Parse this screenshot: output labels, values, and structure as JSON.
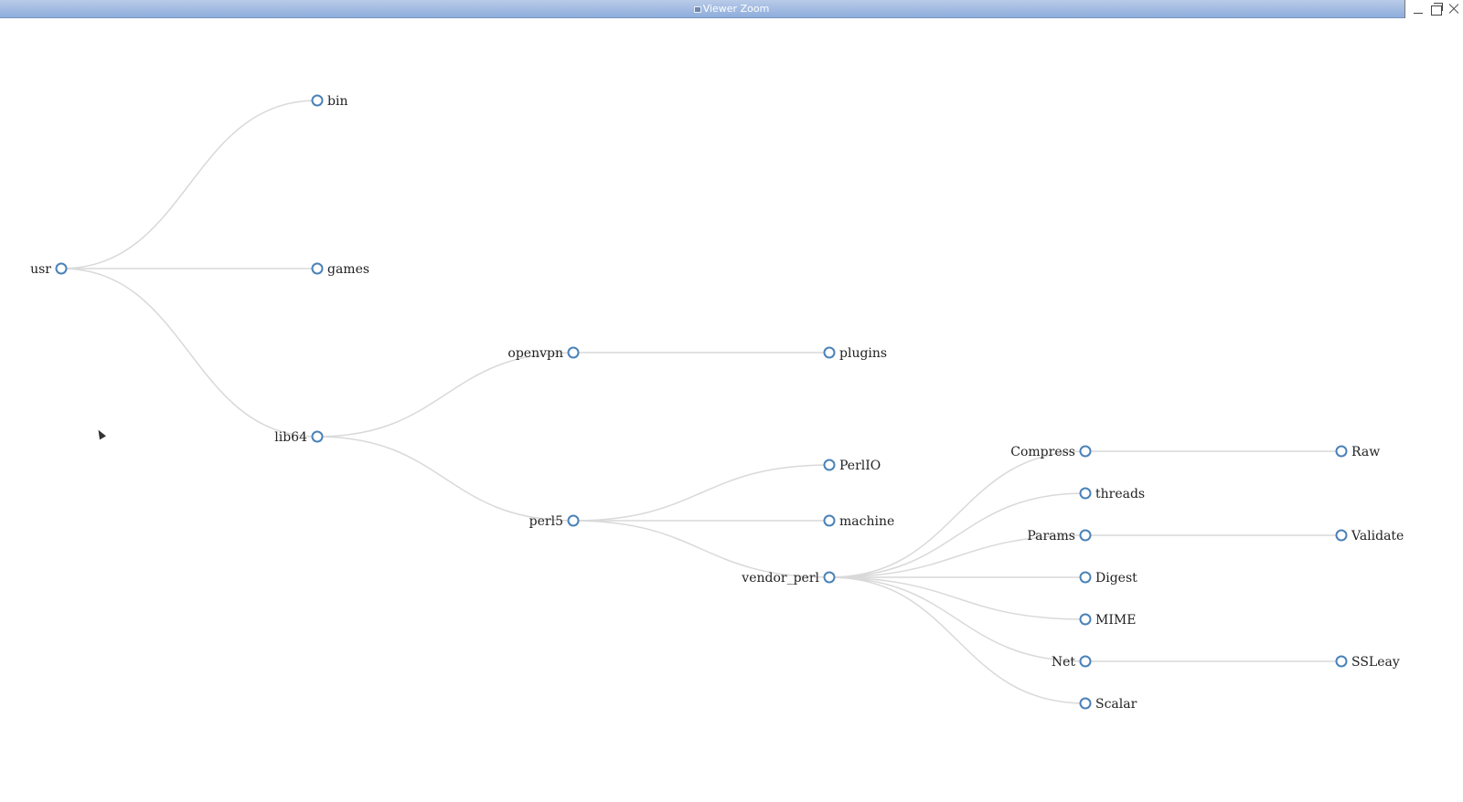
{
  "window": {
    "title": "Viewer Zoom",
    "icon": "window-app-icon",
    "controls": [
      "minimize-icon",
      "maximize-icon",
      "close-icon"
    ]
  },
  "colors": {
    "titlebar": "#9db6e0",
    "node_stroke": "#4a82b8",
    "link": "#d9d9d9",
    "label": "#222222"
  },
  "tree": {
    "name": "usr",
    "children": [
      {
        "name": "bin"
      },
      {
        "name": "games"
      },
      {
        "name": "lib64",
        "children": [
          {
            "name": "openvpn",
            "children": [
              {
                "name": "plugins"
              }
            ]
          },
          {
            "name": "perl5",
            "children": [
              {
                "name": "PerlIO"
              },
              {
                "name": "machine"
              },
              {
                "name": "vendor_perl",
                "children": [
                  {
                    "name": "Compress",
                    "children": [
                      {
                        "name": "Raw"
                      }
                    ]
                  },
                  {
                    "name": "threads"
                  },
                  {
                    "name": "Params",
                    "children": [
                      {
                        "name": "Validate"
                      }
                    ]
                  },
                  {
                    "name": "Digest"
                  },
                  {
                    "name": "MIME"
                  },
                  {
                    "name": "Net",
                    "children": [
                      {
                        "name": "SSLeay"
                      }
                    ]
                  },
                  {
                    "name": "Scalar"
                  }
                ]
              }
            ]
          }
        ]
      }
    ]
  }
}
